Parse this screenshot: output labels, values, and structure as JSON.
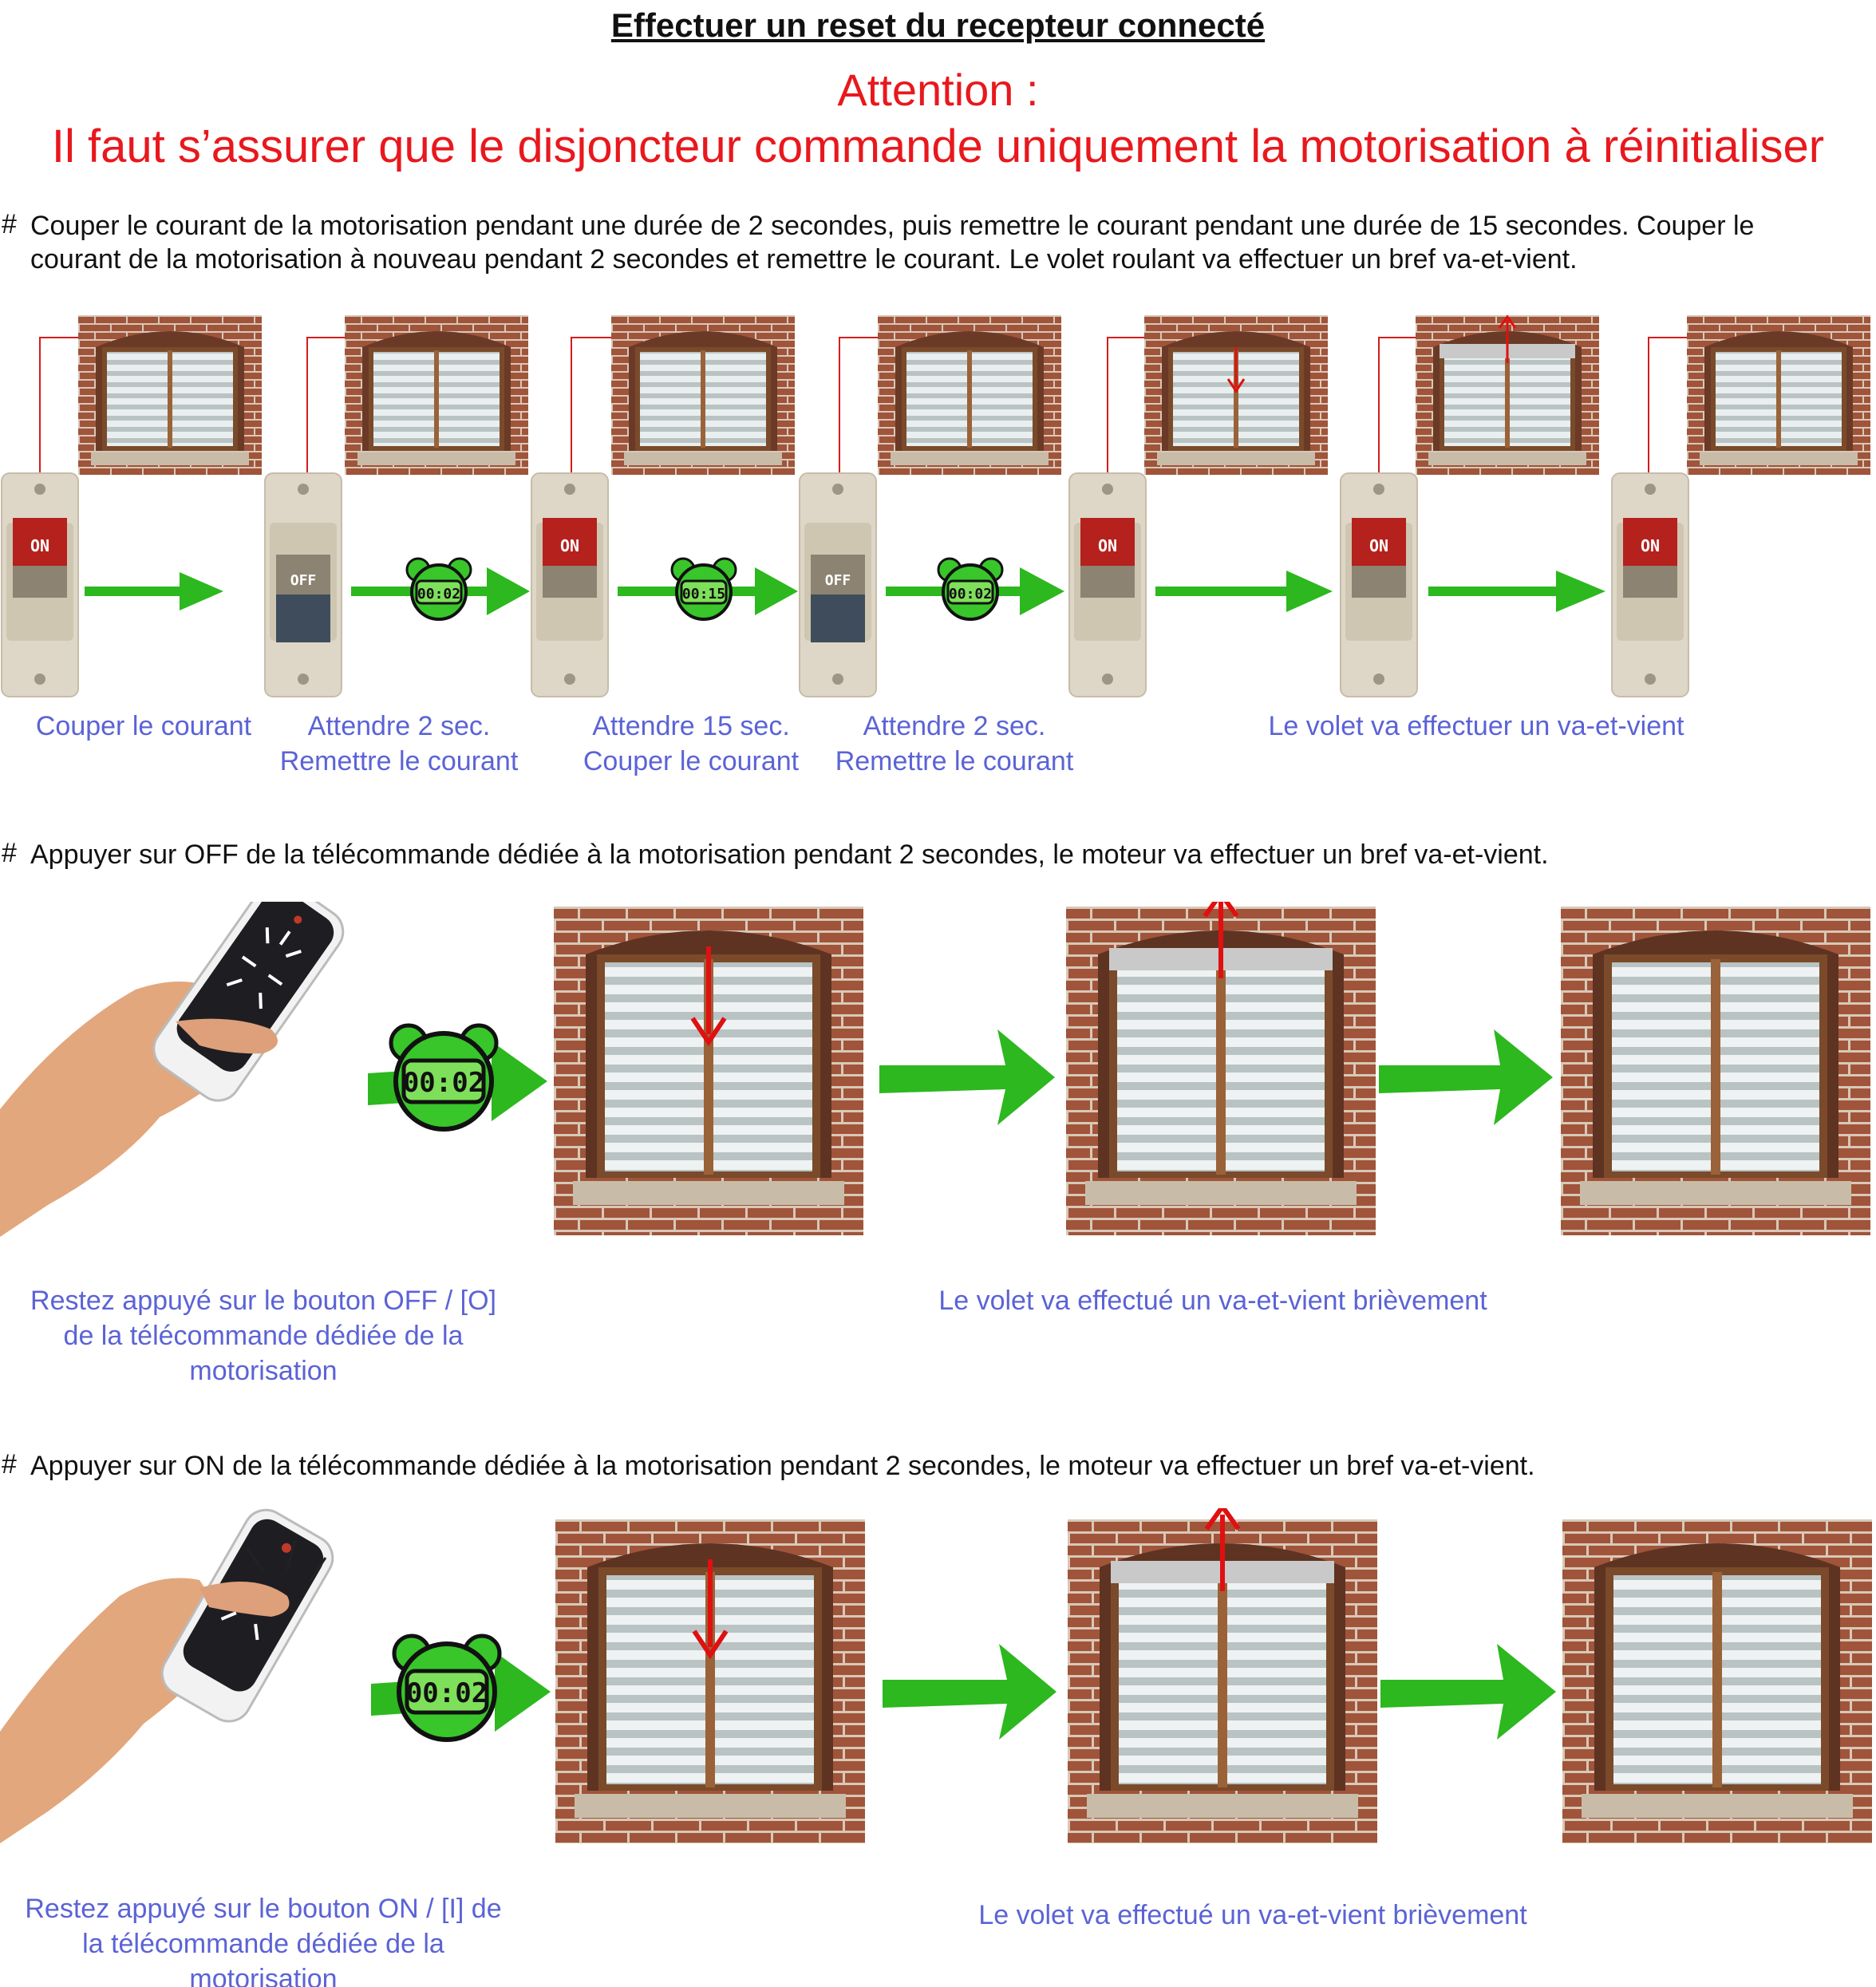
{
  "header": {
    "title": "Effectuer un reset du recepteur connecté",
    "attention": "Attention :",
    "warning": "Il faut s’assurer que le disjoncteur commande uniquement la motorisation à réinitialiser"
  },
  "step1": {
    "bullet": "#",
    "line1": "Couper le courant de la motorisation pendant une durée de 2 secondes, puis remettre le courant pendant une durée de 15 secondes. Couper le",
    "line2": "courant de la motorisation à nouveau pendant 2 secondes et remettre le courant. Le volet roulant va effectuer un bref va-et-vient.",
    "switch_states": [
      "ON",
      "OFF",
      "ON",
      "OFF",
      "ON",
      "ON",
      "ON"
    ],
    "timers": [
      "00:02",
      "00:15",
      "00:02"
    ],
    "captions": [
      {
        "l1": "Couper le courant",
        "l2": ""
      },
      {
        "l1": "Attendre 2 sec.",
        "l2": "Remettre le courant"
      },
      {
        "l1": "Attendre 15 sec.",
        "l2": "Couper le courant"
      },
      {
        "l1": "Attendre 2 sec.",
        "l2": "Remettre le courant"
      },
      {
        "l1": "Le volet va effectuer un va-et-vient",
        "l2": ""
      }
    ]
  },
  "step2": {
    "bullet": "#",
    "line": "Appuyer sur OFF de la télécommande dédiée à la motorisation pendant 2 secondes, le moteur va effectuer un bref va-et-vient.",
    "timer": "00:02",
    "caption_left": [
      "Restez appuyé sur le bouton OFF / [O]",
      "de la télécommande dédiée de la",
      "motorisation"
    ],
    "caption_right": "Le volet va effectué un va-et-vient brièvement"
  },
  "step3": {
    "bullet": "#",
    "line": "Appuyer sur ON  de la télécommande dédiée à la motorisation pendant 2 secondes, le moteur va effectuer un bref va-et-vient.",
    "timer": "00:02",
    "caption_left": [
      "Restez appuyé sur le bouton ON / [I] de",
      "la télécommande dédiée de la",
      "motorisation"
    ],
    "caption_right": "Le volet va effectué un va-et-vient brièvement"
  },
  "colors": {
    "caption": "#5b63d6",
    "warning": "#e8181d",
    "arrow": "#2cb81e",
    "brick": "#a0543a",
    "switch_on": "#b5211d",
    "switch_off": "#3e4c5c"
  }
}
